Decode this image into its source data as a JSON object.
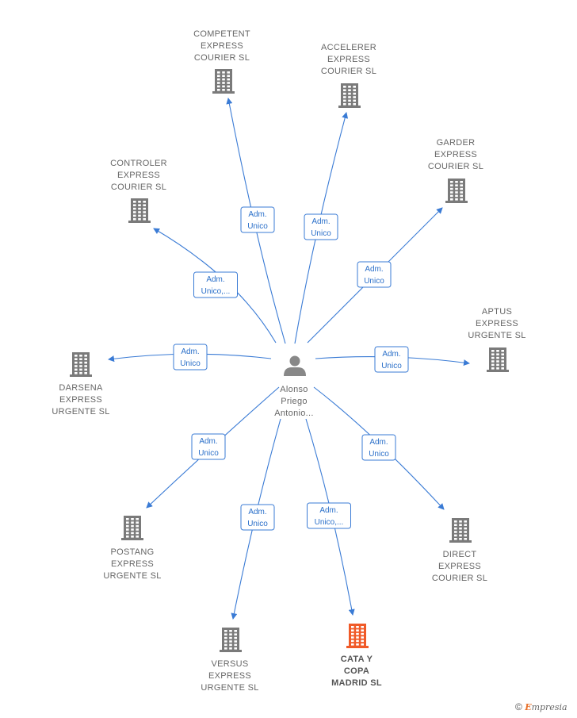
{
  "graph": {
    "center": {
      "lines": [
        "Alonso",
        "Priego",
        "Antonio..."
      ],
      "icon": "person-icon",
      "color": "#888888"
    },
    "edge_color": "#3a7bd5",
    "node_color": "#7a7a7a",
    "highlight_color": "#f05a28",
    "nodes": [
      {
        "id": "competent",
        "lines": [
          "COMPETENT",
          "EXPRESS",
          "COURIER SL"
        ],
        "edge_label": [
          "Adm.",
          "Unico"
        ],
        "highlight": false
      },
      {
        "id": "accelerer",
        "lines": [
          "ACCELERER",
          "EXPRESS",
          "COURIER SL"
        ],
        "edge_label": [
          "Adm.",
          "Unico"
        ],
        "highlight": false
      },
      {
        "id": "garder",
        "lines": [
          "GARDER",
          "EXPRESS",
          "COURIER SL"
        ],
        "edge_label": [
          "Adm.",
          "Unico"
        ],
        "highlight": false
      },
      {
        "id": "controler",
        "lines": [
          "CONTROLER",
          "EXPRESS",
          "COURIER SL"
        ],
        "edge_label": [
          "Adm.",
          "Unico,..."
        ],
        "highlight": false
      },
      {
        "id": "aptus",
        "lines": [
          "APTUS",
          "EXPRESS",
          "URGENTE SL"
        ],
        "edge_label": [
          "Adm.",
          "Unico"
        ],
        "highlight": false
      },
      {
        "id": "darsena",
        "lines": [
          "DARSENA",
          "EXPRESS",
          "URGENTE SL"
        ],
        "edge_label": [
          "Adm.",
          "Unico"
        ],
        "highlight": false
      },
      {
        "id": "postang",
        "lines": [
          "POSTANG",
          "EXPRESS",
          "URGENTE SL"
        ],
        "edge_label": [
          "Adm.",
          "Unico"
        ],
        "highlight": false
      },
      {
        "id": "direct",
        "lines": [
          "DIRECT",
          "EXPRESS",
          "COURIER SL"
        ],
        "edge_label": [
          "Adm.",
          "Unico"
        ],
        "highlight": false
      },
      {
        "id": "versus",
        "lines": [
          "VERSUS",
          "EXPRESS",
          "URGENTE SL"
        ],
        "edge_label": [
          "Adm.",
          "Unico"
        ],
        "highlight": false
      },
      {
        "id": "cata-y-copa",
        "lines": [
          "CATA Y",
          "COPA",
          "MADRID  SL"
        ],
        "edge_label": [
          "Adm.",
          "Unico,..."
        ],
        "highlight": true
      }
    ]
  },
  "watermark": {
    "copyright": "©",
    "brand_first": "E",
    "brand_rest": "mpresia"
  }
}
